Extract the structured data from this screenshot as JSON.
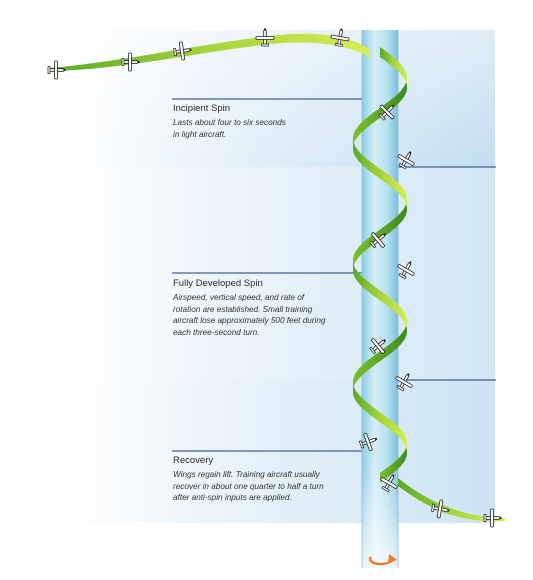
{
  "phases": [
    {
      "title": "Incipient Spin",
      "description": "Lasts about four to six seconds\nin light aircraft."
    },
    {
      "title": "Fully Developed Spin",
      "description": "Airspeed, vertical speed, and rate of\nrotation are established. Small training\naircraft lose approximately 500 feet during\neach three-second turn."
    },
    {
      "title": "Recovery",
      "description": "Wings regain lift. Training aircraft usually\nrecover in about one quarter to half a turn\nafter anti-spin inputs are applied."
    }
  ],
  "colors": {
    "ribbon_light": "#c8e63c",
    "ribbon_dark": "#4f9a1f",
    "column": "#9fd3e8",
    "band_blue": "#b9d8ee",
    "rotation_arrow": "#f07a22",
    "divider": "#1f3b73"
  },
  "icons": [
    "airplane-icon",
    "rotation-arrow-icon"
  ]
}
